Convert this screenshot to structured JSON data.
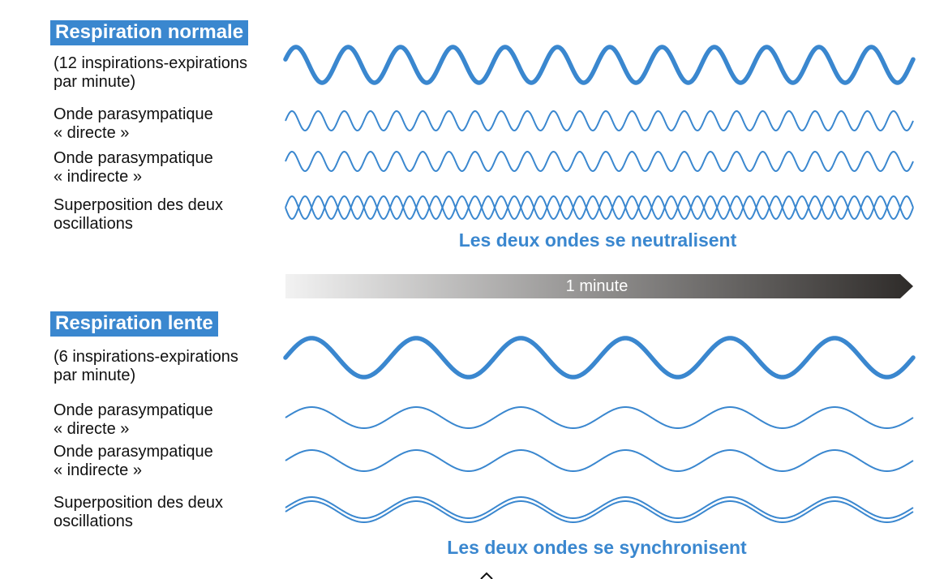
{
  "normal": {
    "title": "Respiration normale",
    "rate_label": "(12 inspirations-expirations\npar minute)",
    "direct_label": "Onde parasympatique\n« directe »",
    "indirect_label": "Onde parasympatique\n« indirecte »",
    "sum_label": "Superposition des deux\noscillations",
    "caption": "Les deux ondes se neutralisent",
    "cycles_per_minute": 12
  },
  "time_axis": {
    "label": "1 minute"
  },
  "slow": {
    "title": "Respiration lente",
    "rate_label": "(6 inspirations-expirations\npar minute)",
    "direct_label": "Onde parasympatique\n« directe »",
    "indirect_label": "Onde parasympatique\n« indirecte »",
    "sum_label": "Superposition des deux\noscillations",
    "caption": "Les deux ondes se synchronisent",
    "cycles_per_minute": 6
  },
  "colors": {
    "accent": "#3a87cf",
    "badge_text": "#ffffff",
    "arrow_dark": "#2e2b29",
    "arrow_light": "#f2f2f2"
  }
}
